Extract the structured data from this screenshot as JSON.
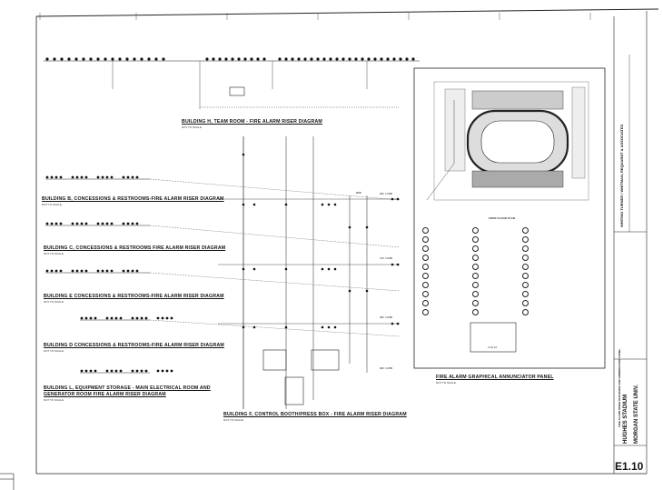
{
  "diagram_titles": {
    "building_h": "BUILDING H, TEAM ROOM - FIRE ALARM RISER DIAGRAM",
    "building_b": "BUILDING B, CONCESSIONS & RESTROOMS-FIRE ALARM RISER DIAGRAM",
    "building_c": "BUILDING C, CONCESSIONS & RESTROOMS FIRE ALARM RISER DIAGRAM",
    "building_e": "BUILDING E CONCESSIONS & RESTROOMS-FIRE ALARM RISER DIAGRAM",
    "building_d": "BUILDING D CONCESSIONS & RESTROOMS-FIRE ALARM RISER DIAGRAM",
    "building_l_line1": "BUILDING L, EQUIPMENT STORAGE - MAIN ELECTRICAL ROOM AND",
    "building_l_line2": "GENERATOR ROOM FIRE ALARM RISER DIAGRAM",
    "building_f": "BUILDING F, CONTROL BOOTH/PRESS BOX - FIRE ALARM RISER DIAGRAM",
    "annunciator": "FIRE ALARM GRAPHICAL ANNUNCIATOR PANEL"
  },
  "scale_note": "NOT TO SCALE",
  "floor_labels": {
    "top": "ROOF",
    "upper": "4TH FLOOR",
    "third": "3RD FLOOR",
    "second": "2ND FLOOR",
    "ground": "GND FLOOR"
  },
  "legend_title": "FIRST FLOOR PLAN",
  "annunciator_box_label": "LCD 10",
  "title_block": {
    "project_line1": "HUGHES STADIUM",
    "project_line2": "MORGAN STATE UNIV.",
    "firm": "WHITING TURNER / WHITMAN, REQUARDT & ASSOCIATES",
    "sheet_title": "FIRE ALARM RISER DIAGRAMS AND ANNUNCIATOR PANEL",
    "sheet_number": "E1.10"
  }
}
